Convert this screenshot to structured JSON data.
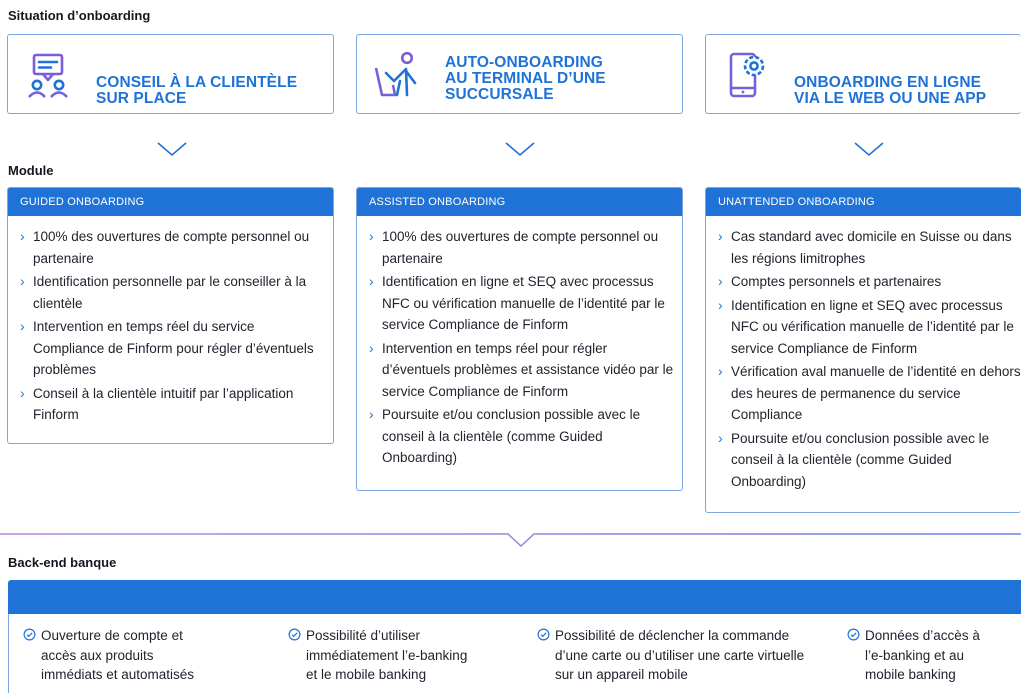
{
  "labels": {
    "situation": "Situation d’onboarding",
    "module": "Module",
    "backend": "Back-end banque"
  },
  "situations": [
    {
      "title": "CONSEIL À LA CLIENTÈLE\nSUR PLACE",
      "icon": "advisor-chat-icon"
    },
    {
      "title": "AUTO-ONBOARDING\nAU TERMINAL D’UNE\nSUCCURSALE",
      "icon": "terminal-user-icon"
    },
    {
      "title": "ONBOARDING EN LIGNE\nVIA LE WEB OU UNE APP",
      "icon": "mobile-settings-icon"
    }
  ],
  "modules": [
    {
      "header": "GUIDED ONBOARDING",
      "items": [
        "100% des ouvertures de compte personnel ou partenaire",
        "Identification personnelle par le conseiller à la clientèle",
        "Intervention en temps réel du service Compliance de Finform pour régler d’éventuels problèmes",
        "Conseil à la clientèle intuitif par l’application Finform"
      ]
    },
    {
      "header": "ASSISTED ONBOARDING",
      "items": [
        "100% des ouvertures de compte personnel ou partenaire",
        "Identification en ligne et SEQ avec processus NFC ou vérification manuelle de l’identité par le service Compliance de Finform",
        "Intervention en temps réel pour régler d’éventuels problèmes et assistance vidéo par le service Compliance de Finform",
        "Poursuite et/ou conclusion possible avec le conseil à la clientèle (comme Guided Onboarding)"
      ]
    },
    {
      "header": "UNATTENDED ONBOARDING",
      "items": [
        "Cas standard avec domicile en Suisse ou dans les régions limitrophes",
        "Comptes personnels et partenaires",
        "Identification en ligne et SEQ avec processus NFC ou vérification manuelle de l’identité par le service Compliance de Finform",
        "Vérification aval manuelle de l’identité en dehors des heures de permanence du service Compliance",
        "Poursuite et/ou conclusion possible avec le conseil à la clientèle (comme Guided Onboarding)"
      ]
    }
  ],
  "backend_items": [
    "Ouverture de compte et\naccès aux produits\nimmédiats et automatisés",
    "Possibilité d’utiliser\nimmédiatement l’e-banking\net le mobile banking",
    "Possibilité de déclencher la commande\nd’une carte ou d’utiliser une carte virtuelle\nsur un appareil mobile",
    "Données d’accès à\nl’e-banking et au\nmobile banking"
  ],
  "colors": {
    "accent": "#1f73d7",
    "border": "#7fa6dc",
    "divider": "#8f7fd8"
  }
}
